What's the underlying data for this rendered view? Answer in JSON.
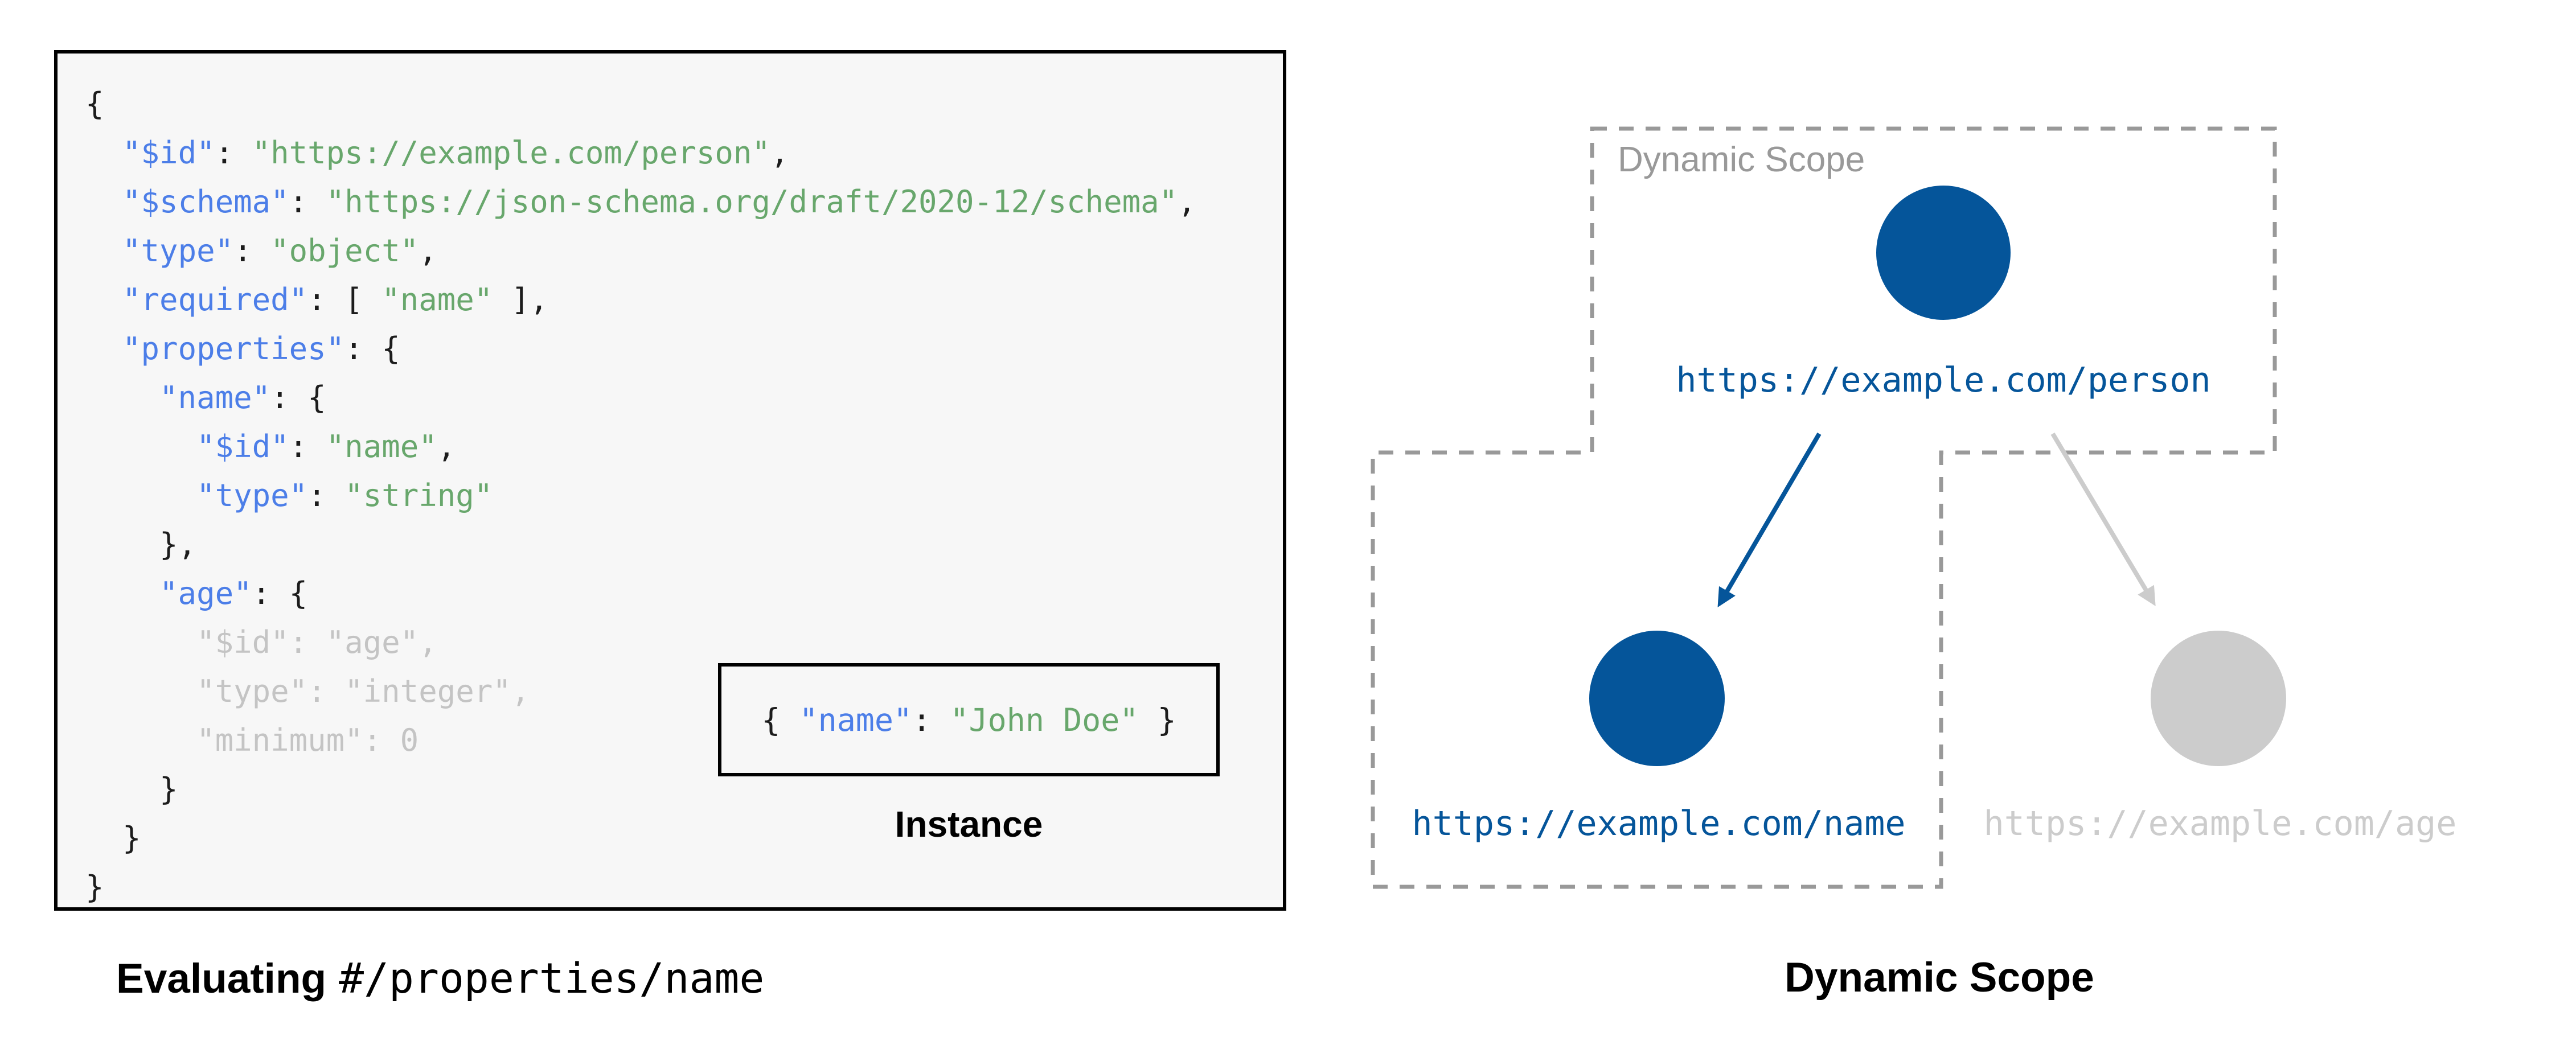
{
  "colors": {
    "key": "#4c7ee8",
    "string": "#68a76c",
    "punct": "#1c1c1c",
    "muted": "#c4c4c4",
    "node_active": "#05559a",
    "node_inactive": "#cccccc",
    "dash": "#999999",
    "label_gray": "#999999",
    "code_bg": "#f7f7f7",
    "border": "#000000"
  },
  "left_panel": {
    "code_lines": [
      [
        {
          "t": "{",
          "c": "p"
        }
      ],
      [
        {
          "t": "  ",
          "c": "p"
        },
        {
          "t": "\"$id\"",
          "c": "k"
        },
        {
          "t": ": ",
          "c": "p"
        },
        {
          "t": "\"https://example.com/person\"",
          "c": "s"
        },
        {
          "t": ",",
          "c": "p"
        }
      ],
      [
        {
          "t": "  ",
          "c": "p"
        },
        {
          "t": "\"$schema\"",
          "c": "k"
        },
        {
          "t": ": ",
          "c": "p"
        },
        {
          "t": "\"https://json-schema.org/draft/2020-12/schema\"",
          "c": "s"
        },
        {
          "t": ",",
          "c": "p"
        }
      ],
      [
        {
          "t": "  ",
          "c": "p"
        },
        {
          "t": "\"type\"",
          "c": "k"
        },
        {
          "t": ": ",
          "c": "p"
        },
        {
          "t": "\"object\"",
          "c": "s"
        },
        {
          "t": ",",
          "c": "p"
        }
      ],
      [
        {
          "t": "  ",
          "c": "p"
        },
        {
          "t": "\"required\"",
          "c": "k"
        },
        {
          "t": ": [ ",
          "c": "p"
        },
        {
          "t": "\"name\"",
          "c": "s"
        },
        {
          "t": " ],",
          "c": "p"
        }
      ],
      [
        {
          "t": "  ",
          "c": "p"
        },
        {
          "t": "\"properties\"",
          "c": "k"
        },
        {
          "t": ": {",
          "c": "p"
        }
      ],
      [
        {
          "t": "    ",
          "c": "p"
        },
        {
          "t": "\"name\"",
          "c": "k"
        },
        {
          "t": ": {",
          "c": "p"
        }
      ],
      [
        {
          "t": "      ",
          "c": "p"
        },
        {
          "t": "\"$id\"",
          "c": "k"
        },
        {
          "t": ": ",
          "c": "p"
        },
        {
          "t": "\"name\"",
          "c": "s"
        },
        {
          "t": ",",
          "c": "p"
        }
      ],
      [
        {
          "t": "      ",
          "c": "p"
        },
        {
          "t": "\"type\"",
          "c": "k"
        },
        {
          "t": ": ",
          "c": "p"
        },
        {
          "t": "\"string\"",
          "c": "s"
        }
      ],
      [
        {
          "t": "    },",
          "c": "p"
        }
      ],
      [
        {
          "t": "    ",
          "c": "p"
        },
        {
          "t": "\"age\"",
          "c": "k"
        },
        {
          "t": ": {",
          "c": "p"
        }
      ],
      [
        {
          "t": "      \"$id\": \"age\",",
          "c": "g"
        }
      ],
      [
        {
          "t": "      \"type\": \"integer\",",
          "c": "g"
        }
      ],
      [
        {
          "t": "      \"minimum\": 0",
          "c": "g"
        }
      ],
      [
        {
          "t": "    }",
          "c": "p"
        }
      ],
      [
        {
          "t": "  }",
          "c": "p"
        }
      ],
      [
        {
          "t": "}",
          "c": "p"
        }
      ]
    ],
    "instance": {
      "tokens": [
        {
          "t": "{ ",
          "c": "p"
        },
        {
          "t": "\"name\"",
          "c": "k"
        },
        {
          "t": ": ",
          "c": "p"
        },
        {
          "t": "\"John Doe\"",
          "c": "s"
        },
        {
          "t": " }",
          "c": "p"
        }
      ],
      "label": "Instance"
    },
    "caption": {
      "bold": "Evaluating",
      "pointer": "#/properties/name"
    }
  },
  "diagram": {
    "scope_label": "Dynamic Scope",
    "nodes": {
      "person": {
        "url": "https://example.com/person",
        "state": "active"
      },
      "name": {
        "url": "https://example.com/name",
        "state": "active"
      },
      "age": {
        "url": "https://example.com/age",
        "state": "inactive"
      }
    },
    "caption": "Dynamic Scope"
  }
}
